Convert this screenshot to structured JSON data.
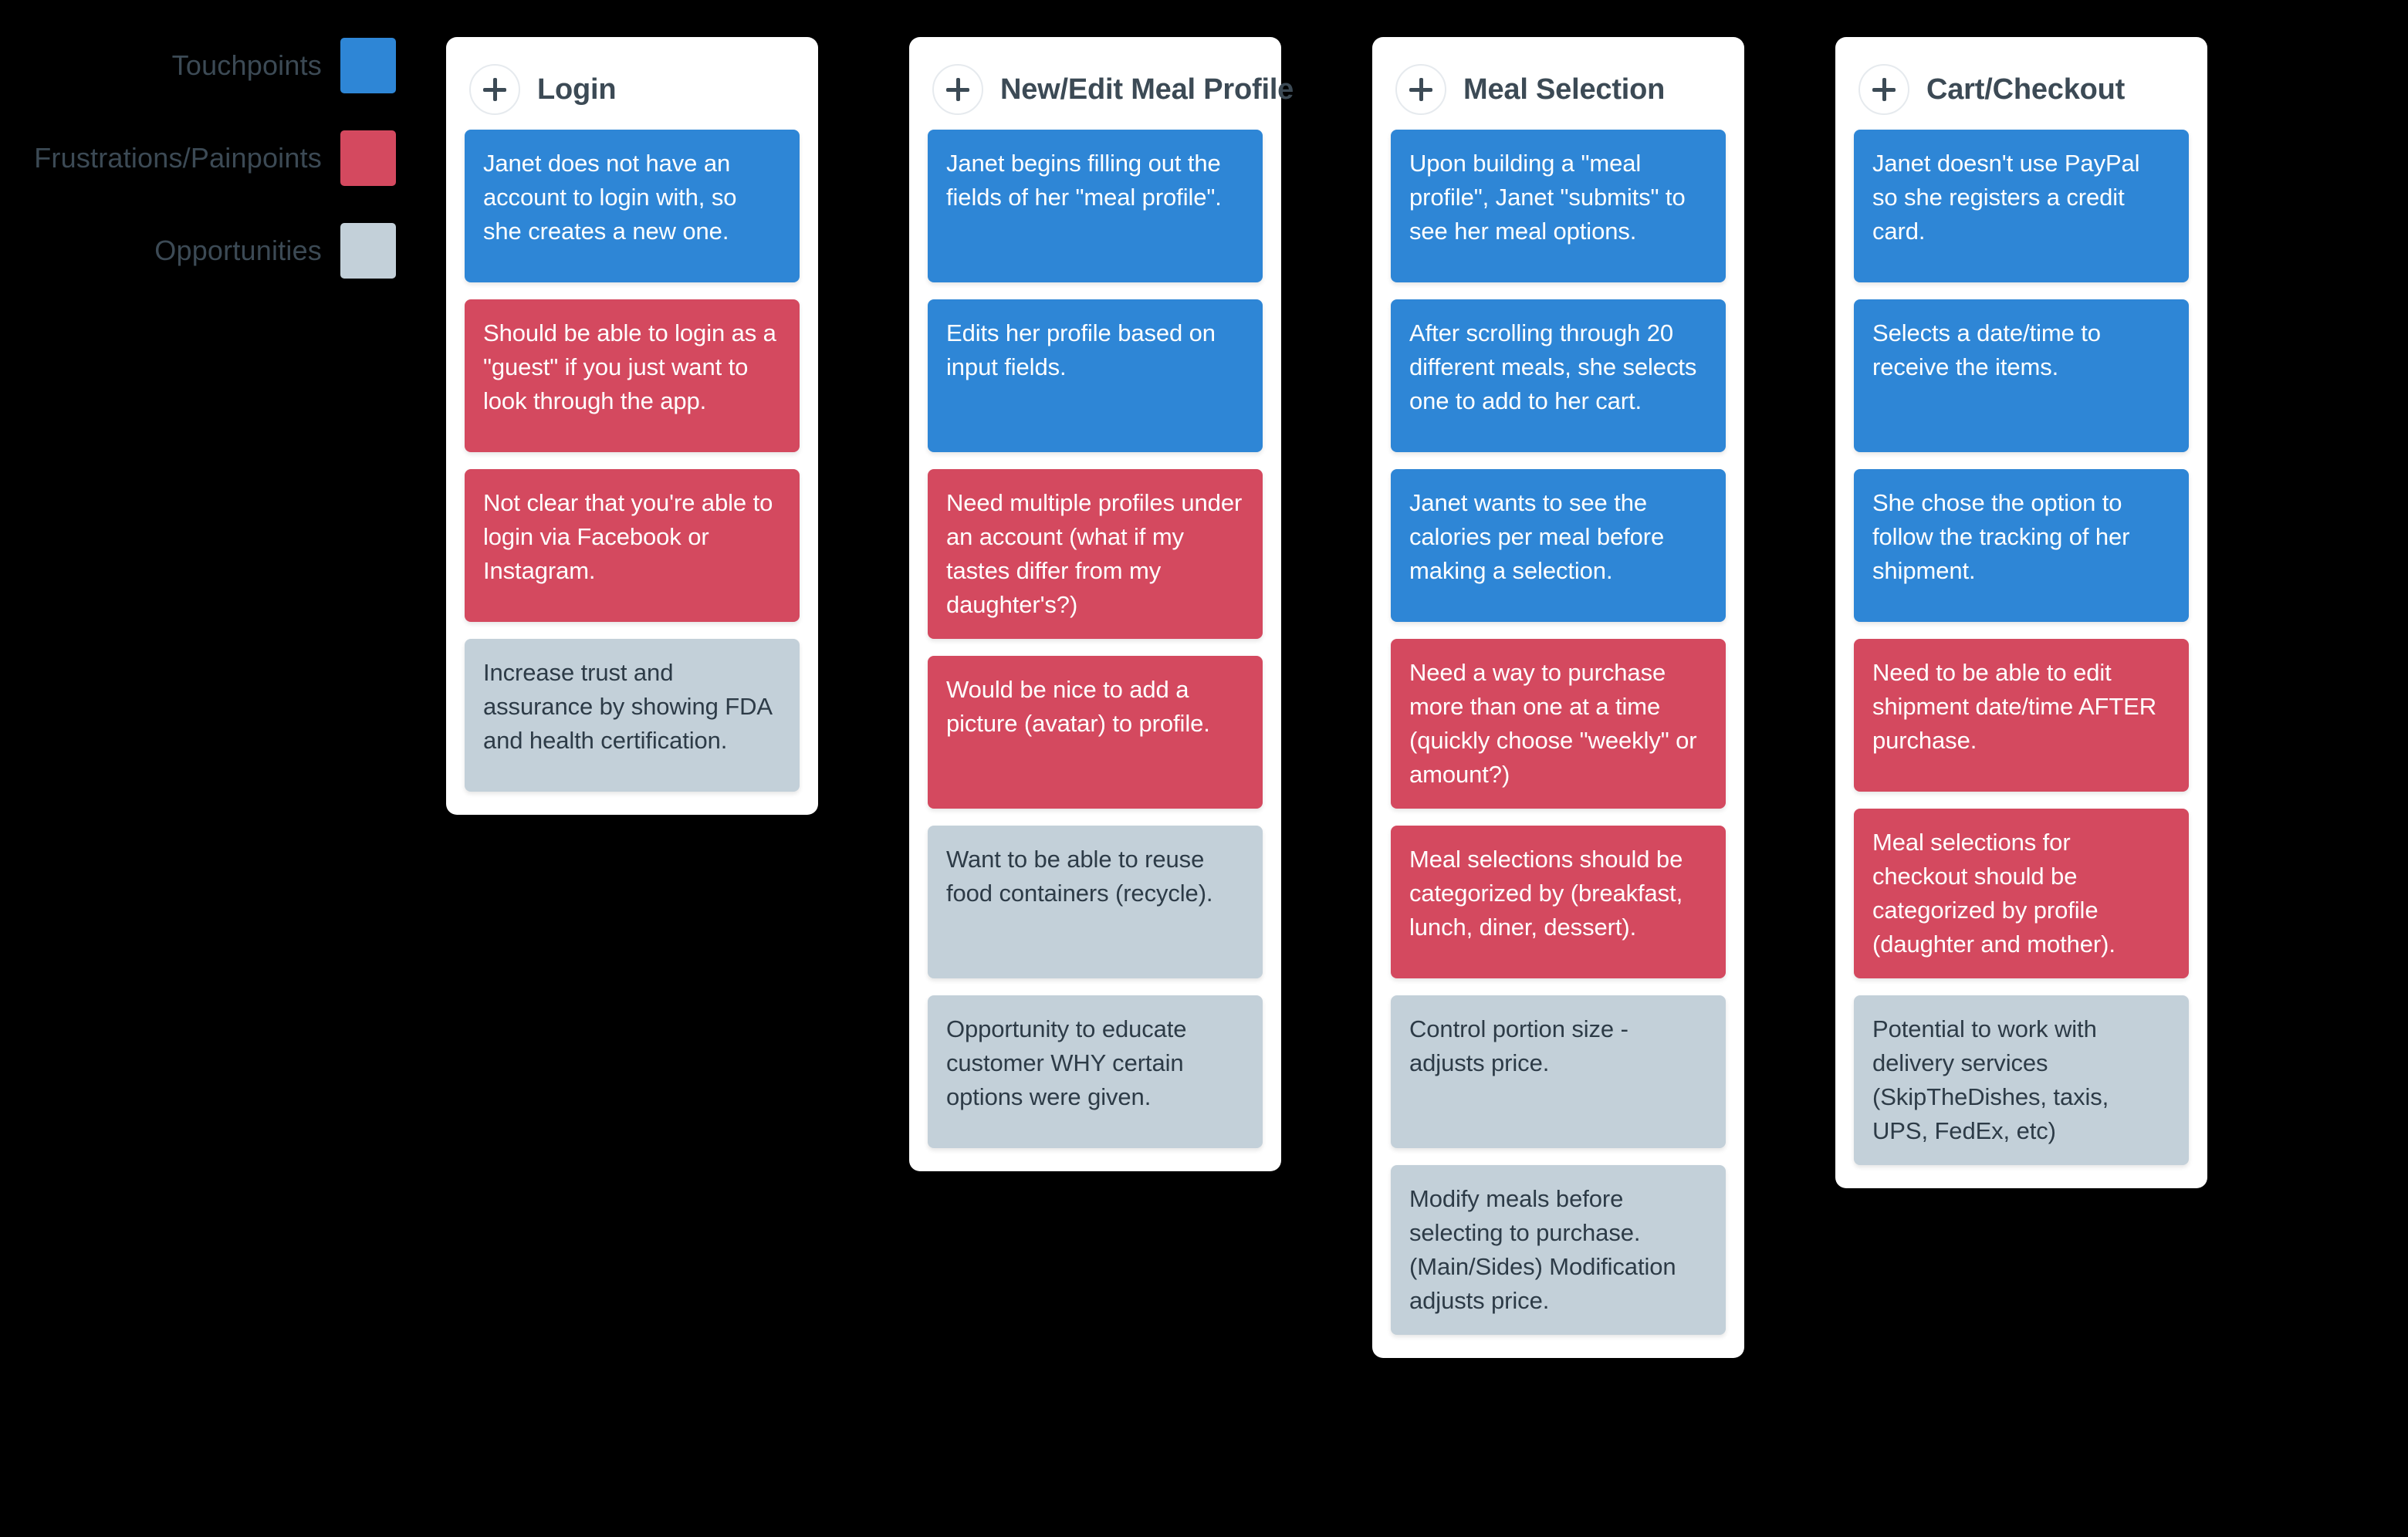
{
  "legend": {
    "items": [
      {
        "label": "Touchpoints",
        "color": "#2E86D6",
        "key": "touchpoint"
      },
      {
        "label": "Frustrations/Painpoints",
        "color": "#D4495F",
        "key": "frustration"
      },
      {
        "label": "Opportunities",
        "color": "#C3D0D9",
        "key": "opportunity"
      }
    ]
  },
  "add_icon": "plus-icon",
  "columns": [
    {
      "title": "Login",
      "cards": [
        {
          "type": "touchpoint",
          "text": "Janet does not have an account to login with, so she creates a new one."
        },
        {
          "type": "frustration",
          "text": "Should be able to login as a \"guest\" if you just want to look through the app."
        },
        {
          "type": "frustration",
          "text": "Not clear that you're able to login via Facebook or Instagram."
        },
        {
          "type": "opportunity",
          "text": "Increase trust and assurance by showing FDA and health certification."
        }
      ]
    },
    {
      "title": "New/Edit Meal Profile",
      "cards": [
        {
          "type": "touchpoint",
          "text": "Janet begins filling out the fields of her \"meal profile\"."
        },
        {
          "type": "touchpoint",
          "text": "Edits her profile based on input fields."
        },
        {
          "type": "frustration",
          "text": "Need multiple profiles under an account (what if my tastes differ from my daughter's?)"
        },
        {
          "type": "frustration",
          "text": "Would be nice to add a picture (avatar) to profile."
        },
        {
          "type": "opportunity",
          "text": "Want to be able to reuse food containers (recycle)."
        },
        {
          "type": "opportunity",
          "text": "Opportunity to educate customer WHY certain options were given."
        }
      ]
    },
    {
      "title": "Meal Selection",
      "cards": [
        {
          "type": "touchpoint",
          "text": "Upon building a \"meal profile\", Janet \"submits\" to see her meal options."
        },
        {
          "type": "touchpoint",
          "text": "After scrolling through 20 different meals, she selects one to add to her cart."
        },
        {
          "type": "touchpoint",
          "text": "Janet wants to see the calories per meal before making a selection."
        },
        {
          "type": "frustration",
          "text": "Need a way to purchase more than one at a time (quickly choose \"weekly\" or amount?)"
        },
        {
          "type": "frustration",
          "text": "Meal selections should be categorized by (breakfast, lunch, diner, dessert)."
        },
        {
          "type": "opportunity",
          "text": "Control portion size - adjusts price."
        },
        {
          "type": "opportunity",
          "text": "Modify meals before selecting to purchase. (Main/Sides) Modification adjusts price."
        }
      ]
    },
    {
      "title": "Cart/Checkout",
      "cards": [
        {
          "type": "touchpoint",
          "text": "Janet doesn't use PayPal so she registers a credit card."
        },
        {
          "type": "touchpoint",
          "text": "Selects a date/time to receive the items."
        },
        {
          "type": "touchpoint",
          "text": "She chose the option to follow the tracking of her shipment."
        },
        {
          "type": "frustration",
          "text": "Need to be able to edit shipment date/time AFTER purchase."
        },
        {
          "type": "frustration",
          "text": "Meal selections for checkout should be categorized by profile (daughter and mother)."
        },
        {
          "type": "opportunity",
          "text": "Potential to work with delivery services (SkipTheDishes, taxis, UPS, FedEx, etc)"
        }
      ]
    }
  ]
}
